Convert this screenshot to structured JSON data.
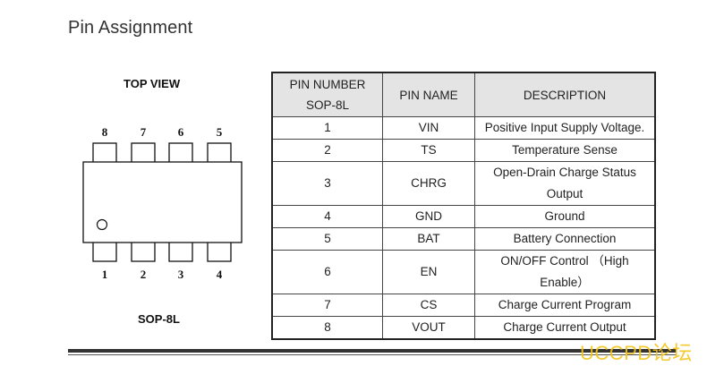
{
  "heading": "Pin Assignment",
  "diagram": {
    "view_label": "TOP VIEW",
    "package_label": "SOP-8L",
    "top_pins": [
      "8",
      "7",
      "6",
      "5"
    ],
    "bottom_pins": [
      "1",
      "2",
      "3",
      "4"
    ]
  },
  "table": {
    "headers": {
      "pin_number_line1": "PIN NUMBER",
      "pin_number_line2": "SOP-8L",
      "pin_name": "PIN NAME",
      "description": "DESCRIPTION"
    },
    "rows": [
      {
        "num": "1",
        "name": "VIN",
        "desc": "Positive Input Supply Voltage."
      },
      {
        "num": "2",
        "name": "TS",
        "desc": "Temperature Sense"
      },
      {
        "num": "3",
        "name": "CHRG",
        "desc_line1": "Open-Drain Charge Status",
        "desc_line2": "Output"
      },
      {
        "num": "4",
        "name": "GND",
        "desc": "Ground"
      },
      {
        "num": "5",
        "name": "BAT",
        "desc": "Battery Connection"
      },
      {
        "num": "6",
        "name": "EN",
        "desc": "ON/OFF Control （High Enable）"
      },
      {
        "num": "7",
        "name": "CS",
        "desc": "Charge Current Program"
      },
      {
        "num": "8",
        "name": "VOUT",
        "desc": "Charge Current Output"
      }
    ]
  },
  "watermark": "UCCPD论坛"
}
